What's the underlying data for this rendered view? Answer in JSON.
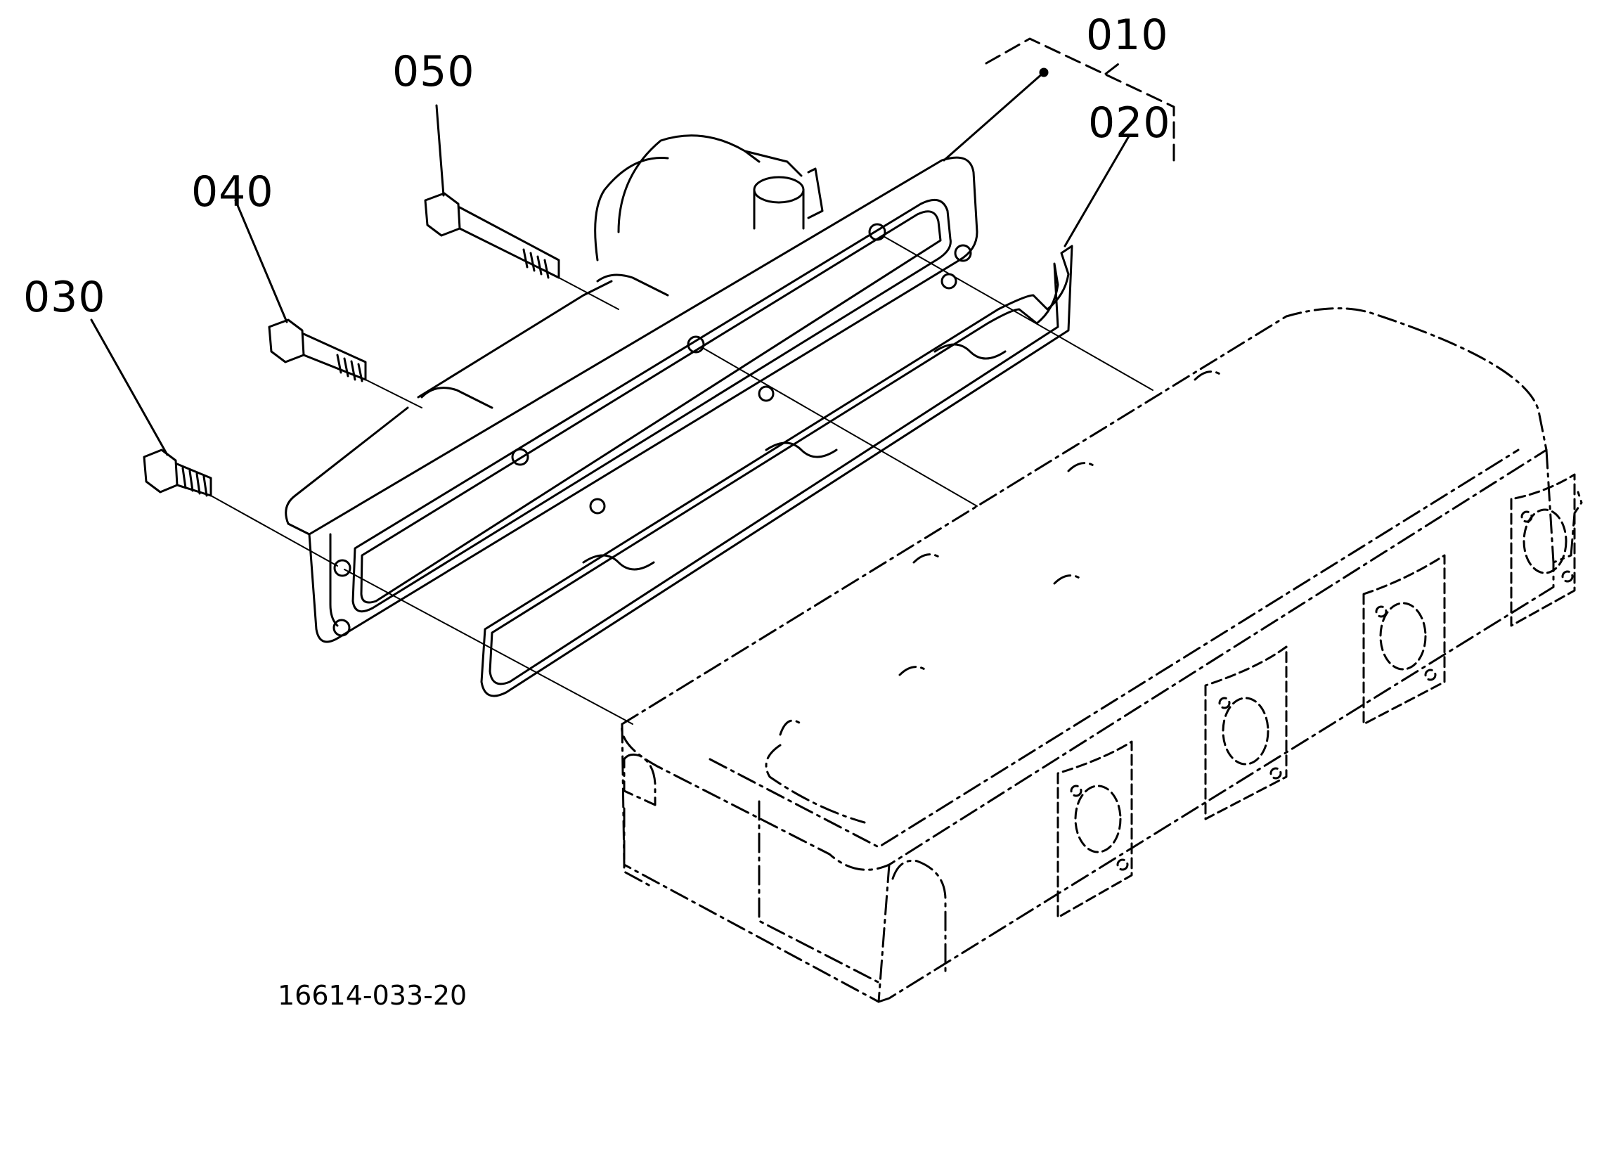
{
  "diagram": {
    "ink_color": "#000000",
    "background": "#ffffff",
    "callouts": [
      {
        "id": "010",
        "label": "010"
      },
      {
        "id": "020",
        "label": "020"
      },
      {
        "id": "030",
        "label": "030"
      },
      {
        "id": "040",
        "label": "040"
      },
      {
        "id": "050",
        "label": "050"
      }
    ],
    "drawing_number": "16614-033-20"
  }
}
